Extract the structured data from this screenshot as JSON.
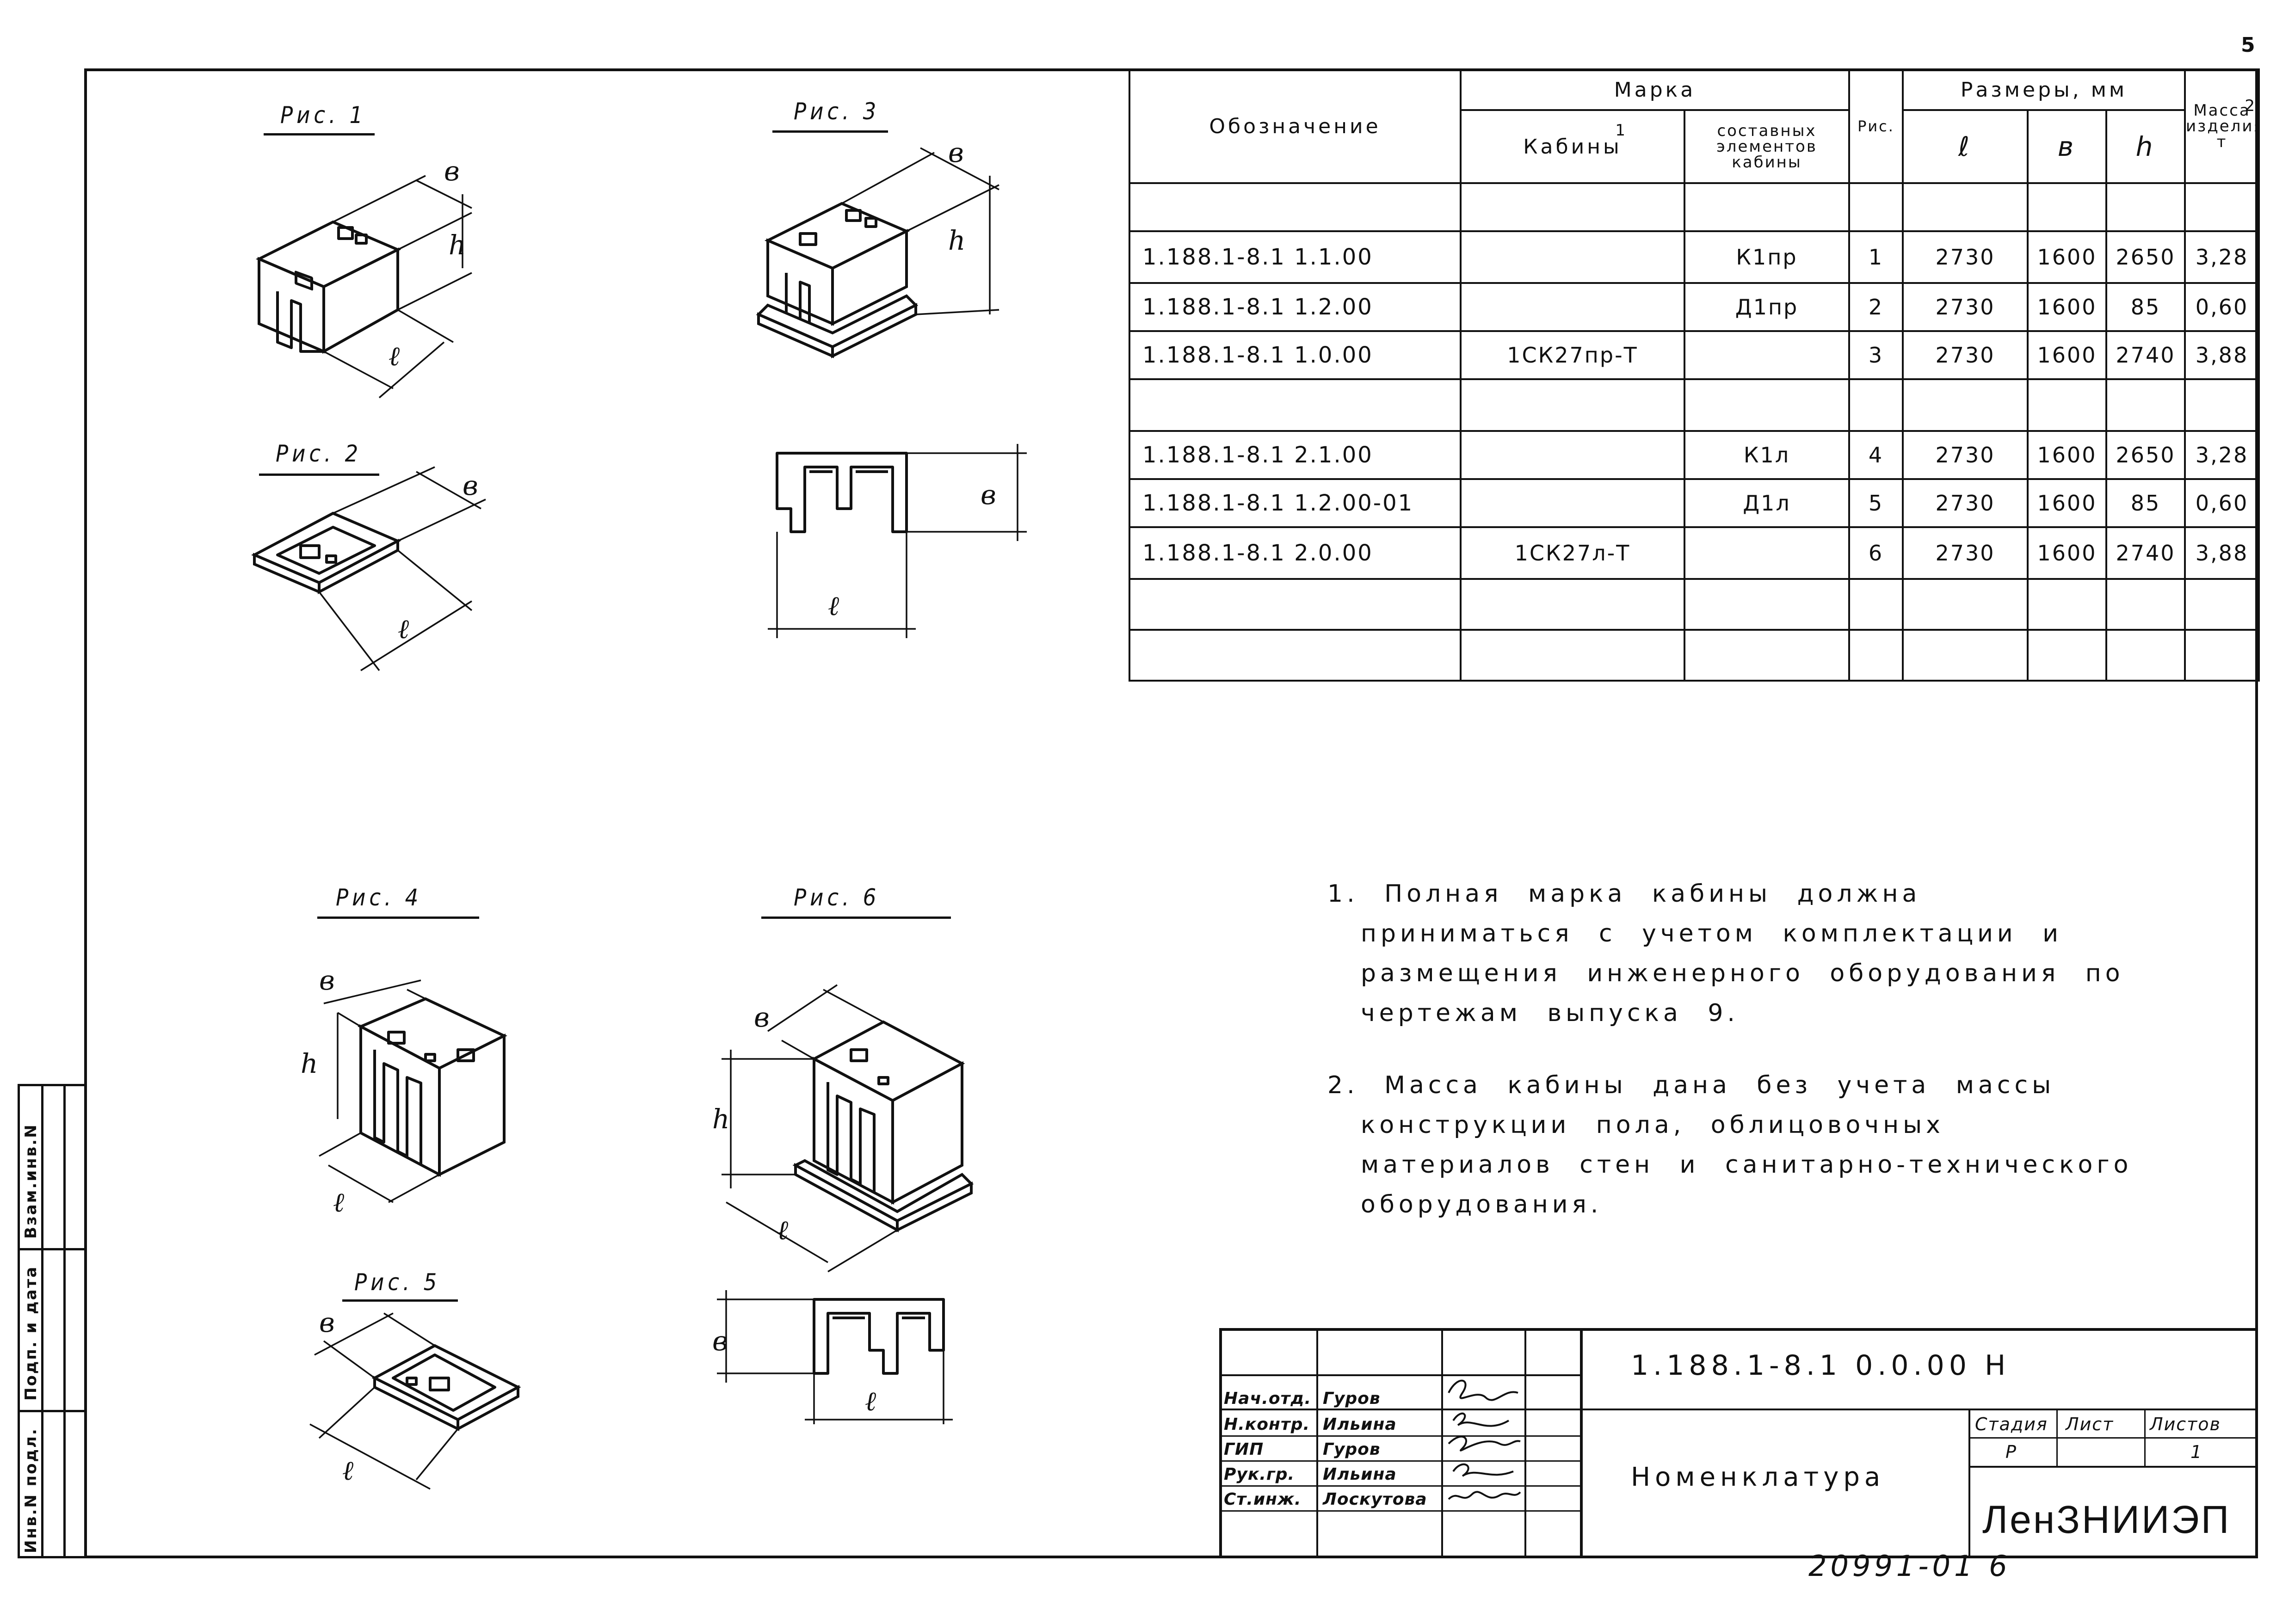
{
  "page_number": "5",
  "figures": [
    {
      "title": "Рис. 1",
      "dim_l": "ℓ",
      "dim_b": "в",
      "dim_h": "h"
    },
    {
      "title": "Рис. 2",
      "dim_l": "ℓ",
      "dim_b": "в"
    },
    {
      "title": "Рис. 3",
      "dim_b": "в",
      "dim_h": "h",
      "plan_dim_l": "ℓ",
      "plan_dim_b": "в"
    },
    {
      "title": "Рис. 4",
      "dim_l": "ℓ",
      "dim_b": "в",
      "dim_h": "h"
    },
    {
      "title": "Рис. 5",
      "dim_l": "ℓ",
      "dim_b": "в"
    },
    {
      "title": "Рис. 6",
      "dim_l": "ℓ",
      "dim_b": "в",
      "dim_h": "h",
      "plan_dim_l": "ℓ",
      "plan_dim_b": "в"
    }
  ],
  "table": {
    "headers": {
      "designation": "Обозначение",
      "mark": "Марка",
      "cabin": "Кабины",
      "cabin_note": "1",
      "elements": "составных элементов кабины",
      "fig": "Рис.",
      "sizes": "Размеры, мм",
      "l": "ℓ",
      "b": "в",
      "h": "h",
      "mass": "Масса изделия, т",
      "mass_note": "2"
    },
    "rows": [
      {
        "designation": "",
        "cabin": "",
        "element": "",
        "fig": "",
        "l": "",
        "b": "",
        "h": "",
        "mass": ""
      },
      {
        "designation": "1.188.1-8.1        1.1.00",
        "cabin": "",
        "element": "К1пр",
        "fig": "1",
        "l": "2730",
        "b": "1600",
        "h": "2650",
        "mass": "3,28"
      },
      {
        "designation": "1.188.1-8.1        1.2.00",
        "cabin": "",
        "element": "Д1пр",
        "fig": "2",
        "l": "2730",
        "b": "1600",
        "h": "85",
        "mass": "0,60"
      },
      {
        "designation": "1.188.1-8.1        1.0.00",
        "cabin": "1СК27пр-Т",
        "element": "",
        "fig": "3",
        "l": "2730",
        "b": "1600",
        "h": "2740",
        "mass": "3,88"
      },
      {
        "designation": "",
        "cabin": "",
        "element": "",
        "fig": "",
        "l": "",
        "b": "",
        "h": "",
        "mass": ""
      },
      {
        "designation": "1.188.1-8.1        2.1.00",
        "cabin": "",
        "element": "К1л",
        "fig": "4",
        "l": "2730",
        "b": "1600",
        "h": "2650",
        "mass": "3,28"
      },
      {
        "designation": "1.188.1-8.1  1.2.00-01",
        "cabin": "",
        "element": "Д1л",
        "fig": "5",
        "l": "2730",
        "b": "1600",
        "h": "85",
        "mass": "0,60"
      },
      {
        "designation": "1.188.1-8.1        2.0.00",
        "cabin": "1СК27л-Т",
        "element": "",
        "fig": "6",
        "l": "2730",
        "b": "1600",
        "h": "2740",
        "mass": "3,88"
      },
      {
        "designation": "",
        "cabin": "",
        "element": "",
        "fig": "",
        "l": "",
        "b": "",
        "h": "",
        "mass": ""
      },
      {
        "designation": "",
        "cabin": "",
        "element": "",
        "fig": "",
        "l": "",
        "b": "",
        "h": "",
        "mass": ""
      }
    ]
  },
  "notes": [
    "1. Полная марка кабины должна приниматься с учетом комплектации и размещения инженерного оборудования по чертежам выпуска 9.",
    "2. Масса кабины дана без учета массы конструкции пола, облицовочных материалов стен и санитарно-технического оборудования."
  ],
  "side_strip": {
    "inv_orig": "Инв.N подл.",
    "sign_date": "Подп. и дата",
    "replaced": "Взам.инв.N"
  },
  "title_block": {
    "code": "1.188.1-8.1        0.0.00 Н",
    "doc_name": "Номенклатура",
    "stage_label": "Стадия",
    "sheet_label": "Лист",
    "sheets_label": "Листов",
    "stage": "Р",
    "sheet": "",
    "sheets": "1",
    "organization": "ЛенЗНИИЭП",
    "signers": [
      {
        "role": "Нач.отд.",
        "name": "Гуров"
      },
      {
        "role": "Н.контр.",
        "name": "Ильина"
      },
      {
        "role": "ГИП",
        "name": "Гуров"
      },
      {
        "role": "Рук.гр.",
        "name": "Ильина"
      },
      {
        "role": "Ст.инж.",
        "name": "Лоскутова"
      }
    ]
  },
  "archive_number": "20991-01 6"
}
